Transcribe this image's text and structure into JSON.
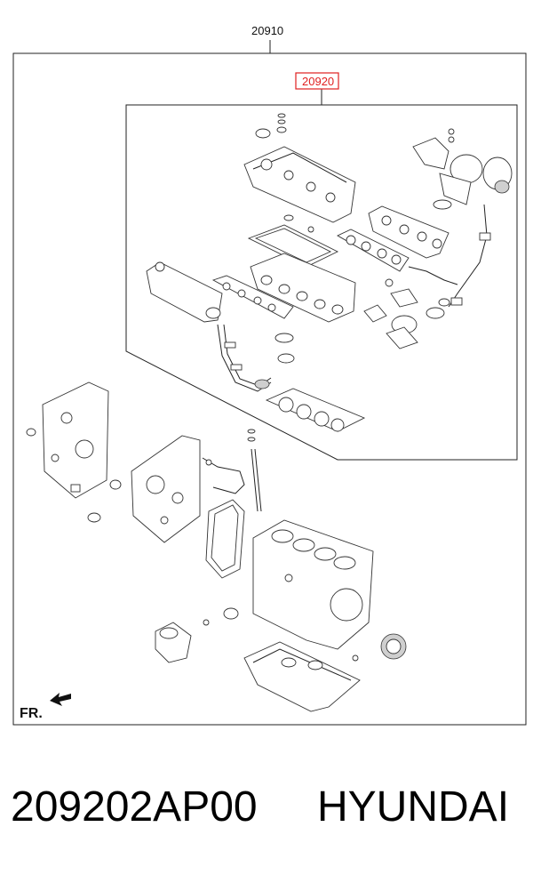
{
  "diagram": {
    "outer_assembly_number": "20910",
    "inner_assembly_number": "20920",
    "direction_label": "FR.",
    "highlight_color": "#e02020"
  },
  "caption": {
    "part_number": "209202AP00",
    "brand": "HYUNDAI"
  },
  "icons": {
    "direction_arrow": "front-direction-arrow-icon"
  }
}
